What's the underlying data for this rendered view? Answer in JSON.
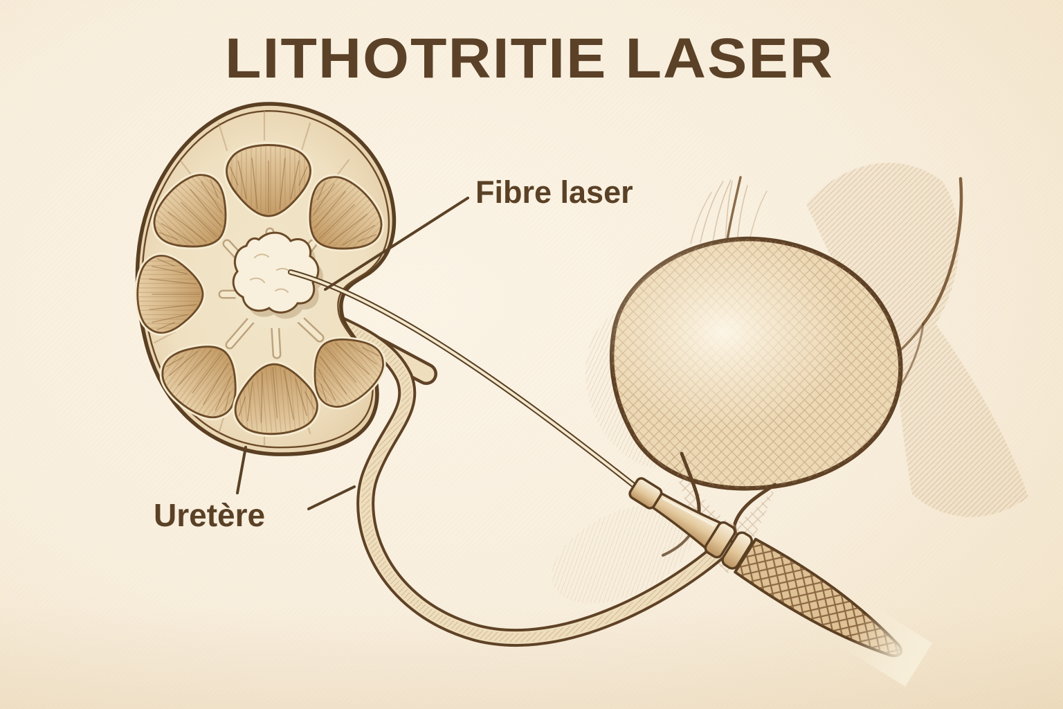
{
  "illustration": {
    "title": "LITHOTRITIE LASER",
    "labels": {
      "laser_fiber": "Fibre laser",
      "ureter": "Uretère"
    },
    "parts": [
      "kidney-cross-section",
      "kidney-stone",
      "ureter",
      "bladder",
      "laser-fiber",
      "endoscope"
    ],
    "colors": {
      "background": "#f8eedb",
      "ink": "#5b4127",
      "outline": "#6b4a28",
      "shading": "#c9a87c",
      "stone": "#f8f0dc"
    },
    "style": "sepia pencil medical sketch"
  }
}
